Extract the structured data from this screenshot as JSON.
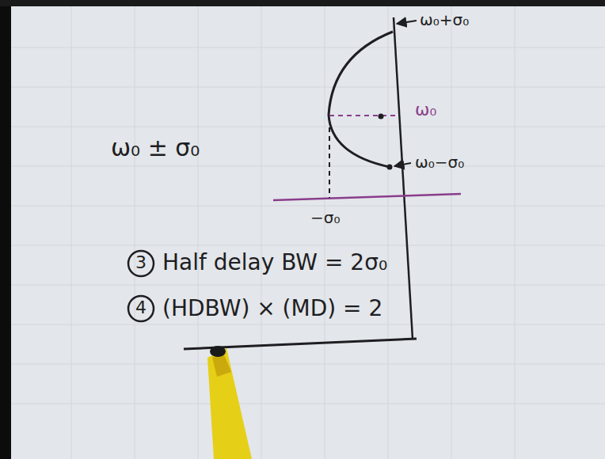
{
  "diagram": {
    "labels": [
      "ω₀ ± σ₀",
      "ω₀+σ₀",
      "ω₀",
      "ω₀−σ₀",
      "−σ₀",
      "3",
      "Half delay BW = 2σ₀",
      "4",
      "(HDBW) × (MD) = 2"
    ]
  }
}
